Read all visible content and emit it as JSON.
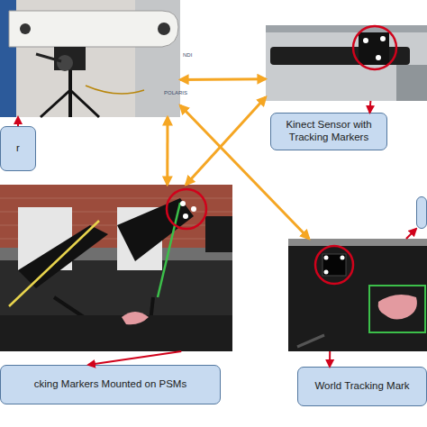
{
  "diagram": {
    "nodes": [
      {
        "text": [
          "NDI",
          "POLARIS"
        ]
      },
      {
        "text": []
      },
      {
        "text": []
      },
      {
        "text": []
      },
      {
        "text": [
          "r"
        ]
      },
      {
        "text": [
          "Kinect Sensor with Tracking Markers"
        ]
      },
      {
        "text": [
          "cking Markers Mounted on PSMs"
        ]
      },
      {
        "text": [
          "World Tracking Mark"
        ]
      },
      {
        "text": []
      }
    ],
    "edges": [
      {
        "from": 0,
        "to": 1,
        "arrow": "both"
      },
      {
        "from": 0,
        "to": 2,
        "arrow": "both"
      },
      {
        "from": 0,
        "to": 3,
        "arrow": "both"
      },
      {
        "from": 1,
        "to": 2,
        "arrow": "both"
      },
      {
        "from": 4,
        "to": 0,
        "arrow": "to"
      },
      {
        "from": 1,
        "to": 5,
        "arrow": "to"
      },
      {
        "from": 2,
        "to": 6,
        "arrow": "to"
      },
      {
        "from": 3,
        "to": 7,
        "arrow": "to"
      },
      {
        "from": 3,
        "to": 8,
        "arrow": "to"
      }
    ]
  }
}
